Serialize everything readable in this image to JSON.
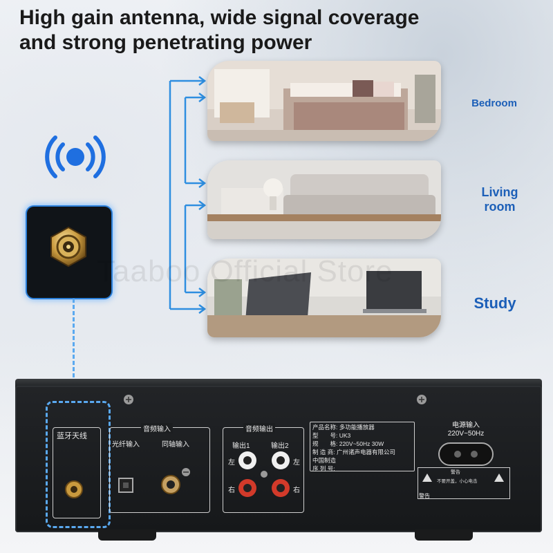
{
  "headline": {
    "line1": "High gain antenna, wide signal coverage",
    "line2": "and strong penetrating power"
  },
  "icons": {
    "signal": "wifi-signal-icon",
    "antenna": "sma-antenna-connector-icon"
  },
  "rooms": [
    {
      "label_lines": [
        "Bedroom"
      ]
    },
    {
      "label_lines": [
        "Living",
        "room"
      ]
    },
    {
      "label_lines": [
        "Study"
      ]
    }
  ],
  "watermark": "Taaboo Official Store",
  "device": {
    "bt_antenna_label": "蓝牙天线",
    "audio_input_label": "音频输入",
    "optical_label": "光纤输入",
    "coaxial_label": "同轴输入",
    "audio_output_label": "音频输出",
    "out1": "输出1",
    "out2": "输出2",
    "left": "左",
    "right": "右",
    "spec_lines": [
      "产品名称: 多功能播放器",
      "型　　号: UK3",
      "规　　格: 220V~50Hz 30W",
      "制 造 商: 广州诸声电器有限公司",
      "中国制造",
      "序 列 号:"
    ],
    "power_label": "电源输入",
    "power_rating": "220V~50Hz",
    "warning_title": "警告",
    "warning_text": "不要开盖，小心电击",
    "caution_title": "警告"
  },
  "colors": {
    "accent": "#1c5fb8",
    "arrow": "#2e8ee0",
    "dashed": "#5aa9f0"
  }
}
